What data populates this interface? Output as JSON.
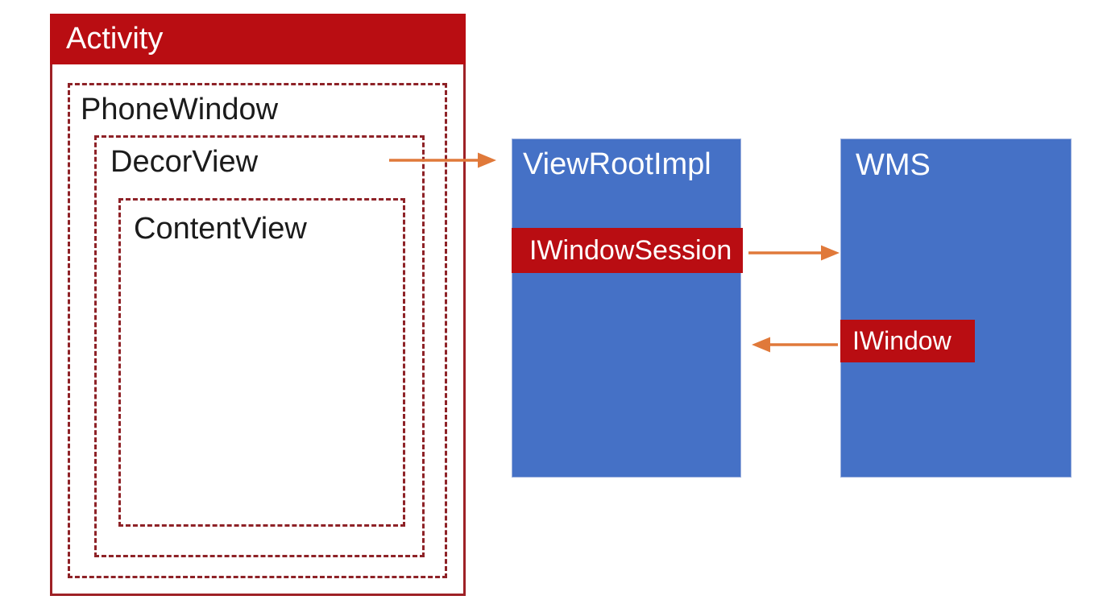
{
  "nodes": {
    "activity": {
      "label": "Activity"
    },
    "phone_window": {
      "label": "PhoneWindow"
    },
    "decor_view": {
      "label": "DecorView"
    },
    "content_view": {
      "label": "ContentView"
    },
    "view_root_impl": {
      "label": "ViewRootImpl"
    },
    "iwindow_session": {
      "label": "IWindowSession"
    },
    "wms": {
      "label": "WMS"
    },
    "iwindow": {
      "label": "IWindow"
    }
  },
  "edges": [
    {
      "from": "DecorView",
      "to": "ViewRootImpl",
      "style": "orange-arrow"
    },
    {
      "from": "IWindowSession",
      "to": "WMS",
      "style": "orange-arrow"
    },
    {
      "from": "IWindow",
      "to": "ViewRootImpl",
      "style": "orange-arrow"
    }
  ],
  "colors": {
    "red_fill": "#b90d12",
    "red_border_solid": "#9e2126",
    "red_border_dashed": "#8e2227",
    "blue_fill": "#4571c6",
    "blue_edge": "#9db0dd",
    "arrow_orange": "#e0793a",
    "label_black": "#1b1b1b",
    "label_white": "#ffffff"
  }
}
